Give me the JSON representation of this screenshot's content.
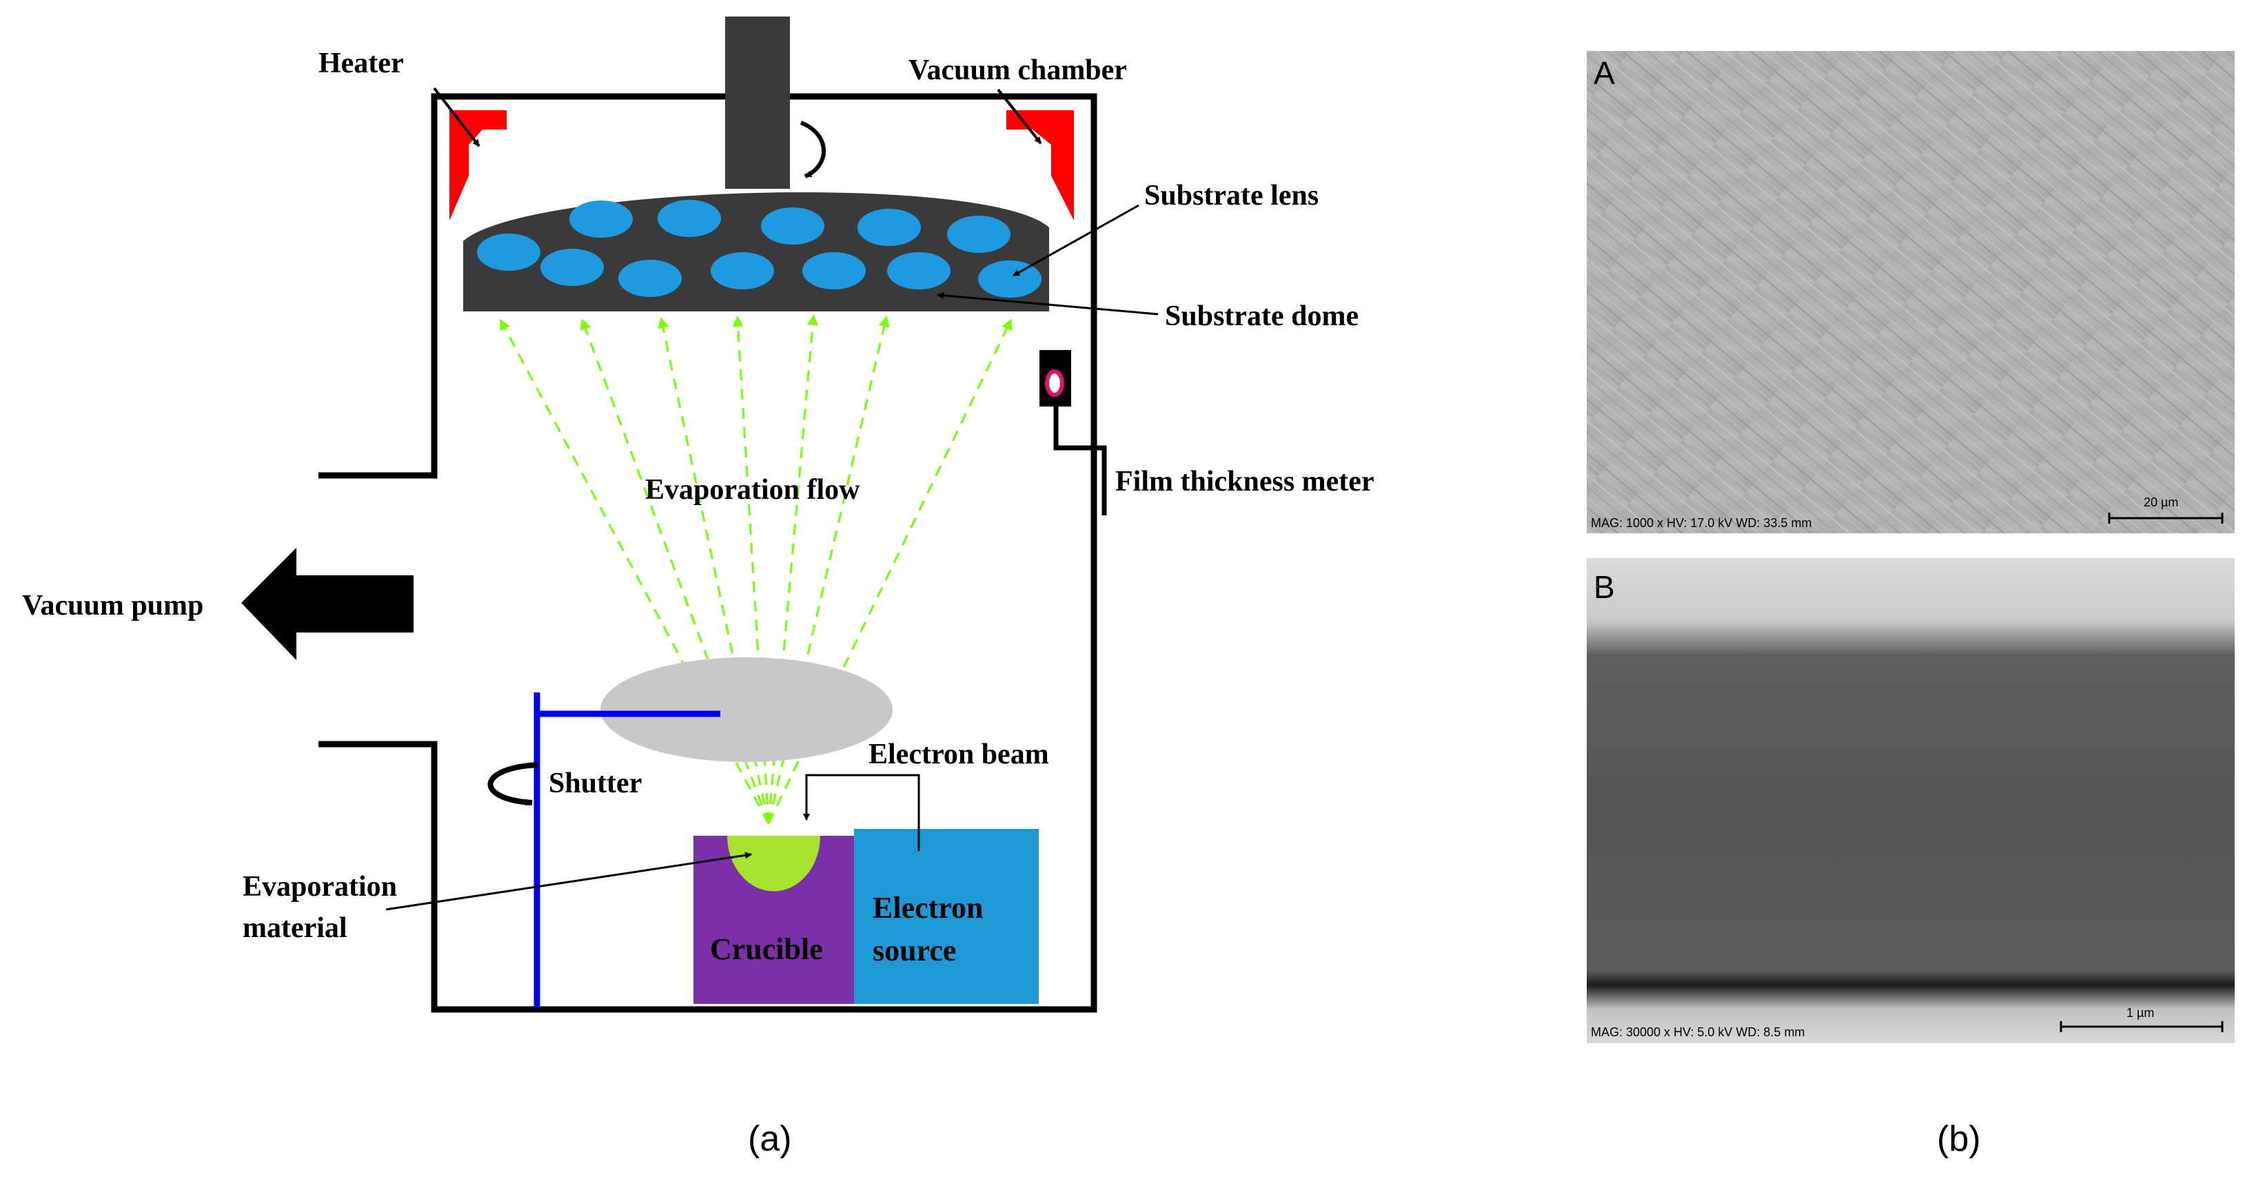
{
  "diagram": {
    "labels": {
      "heater": "Heater",
      "vacuum_chamber": "Vacuum chamber",
      "substrate_lens": "Substrate lens",
      "substrate_dome": "Substrate dome",
      "film_thickness_meter": "Film  thickness meter",
      "evaporation_flow": "Evaporation flow",
      "vacuum_pump": "Vacuum pump",
      "electron_beam": "Electron beam",
      "shutter": "Shutter",
      "evaporation_material_line1": "Evaporation",
      "evaporation_material_line2": "material",
      "crucible": "Crucible",
      "electron_source_line1": "Electron",
      "electron_source_line2": "source"
    },
    "colors": {
      "heater": "#ff0000",
      "lens": "#1e9be0",
      "dome": "#3a3a3a",
      "shutter": "#0000ee",
      "crucible": "#7b2fa8",
      "electron_source": "#1b9ad6",
      "evaporation_material": "#a6e22e",
      "flow": "#7cfc00",
      "vapor_cloud": "#c8c8c8"
    }
  },
  "sem": {
    "panel_a": {
      "letter": "A",
      "meta": "MAG: 1000 x  HV: 17.0 kV  WD: 33.5 mm",
      "scale": "20 µm"
    },
    "panel_b": {
      "letter": "B",
      "meta": "MAG: 30000 x  HV: 5.0 kV  WD: 8.5 mm",
      "scale": "1 µm"
    }
  },
  "captions": {
    "a": "(a)",
    "b": "(b)"
  }
}
